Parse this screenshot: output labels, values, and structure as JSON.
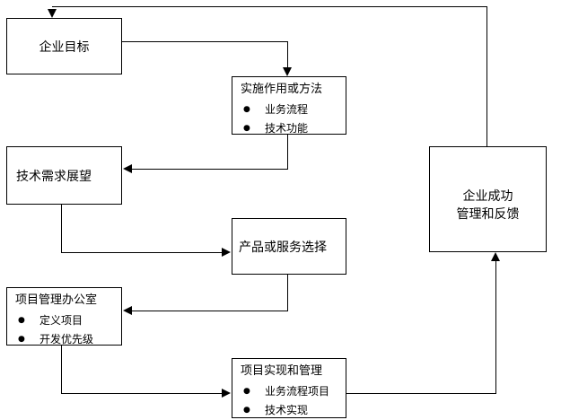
{
  "diagram": {
    "type": "flowchart",
    "bullet_glyph": "●",
    "colors": {
      "background": "#ffffff",
      "border": "#000000",
      "text": "#000000",
      "arrow": "#000000"
    },
    "nodes": {
      "enterprise_goals": {
        "label": "企业目标"
      },
      "implementation_method": {
        "title": "实施作用或方法",
        "bullets": [
          "业务流程",
          "技术功能"
        ]
      },
      "tech_requirements": {
        "label": "技术需求展望"
      },
      "enterprise_success": {
        "line1": "企业成功",
        "line2": "管理和反馈"
      },
      "product_selection": {
        "label": "产品或服务选择"
      },
      "pmo": {
        "title": "项目管理办公室",
        "bullets": [
          "定义项目",
          "开发优先级"
        ]
      },
      "project_impl": {
        "title": "项目实现和管理",
        "bullets": [
          "业务流程项目",
          "技术实现"
        ]
      }
    },
    "edges": [
      {
        "from": "enterprise_goals",
        "to": "implementation_method"
      },
      {
        "from": "implementation_method",
        "to": "tech_requirements"
      },
      {
        "from": "tech_requirements",
        "to": "product_selection"
      },
      {
        "from": "product_selection",
        "to": "pmo"
      },
      {
        "from": "pmo",
        "to": "project_impl"
      },
      {
        "from": "project_impl",
        "to": "enterprise_success"
      },
      {
        "from": "enterprise_success",
        "to": "enterprise_goals",
        "kind": "feedback"
      }
    ]
  }
}
